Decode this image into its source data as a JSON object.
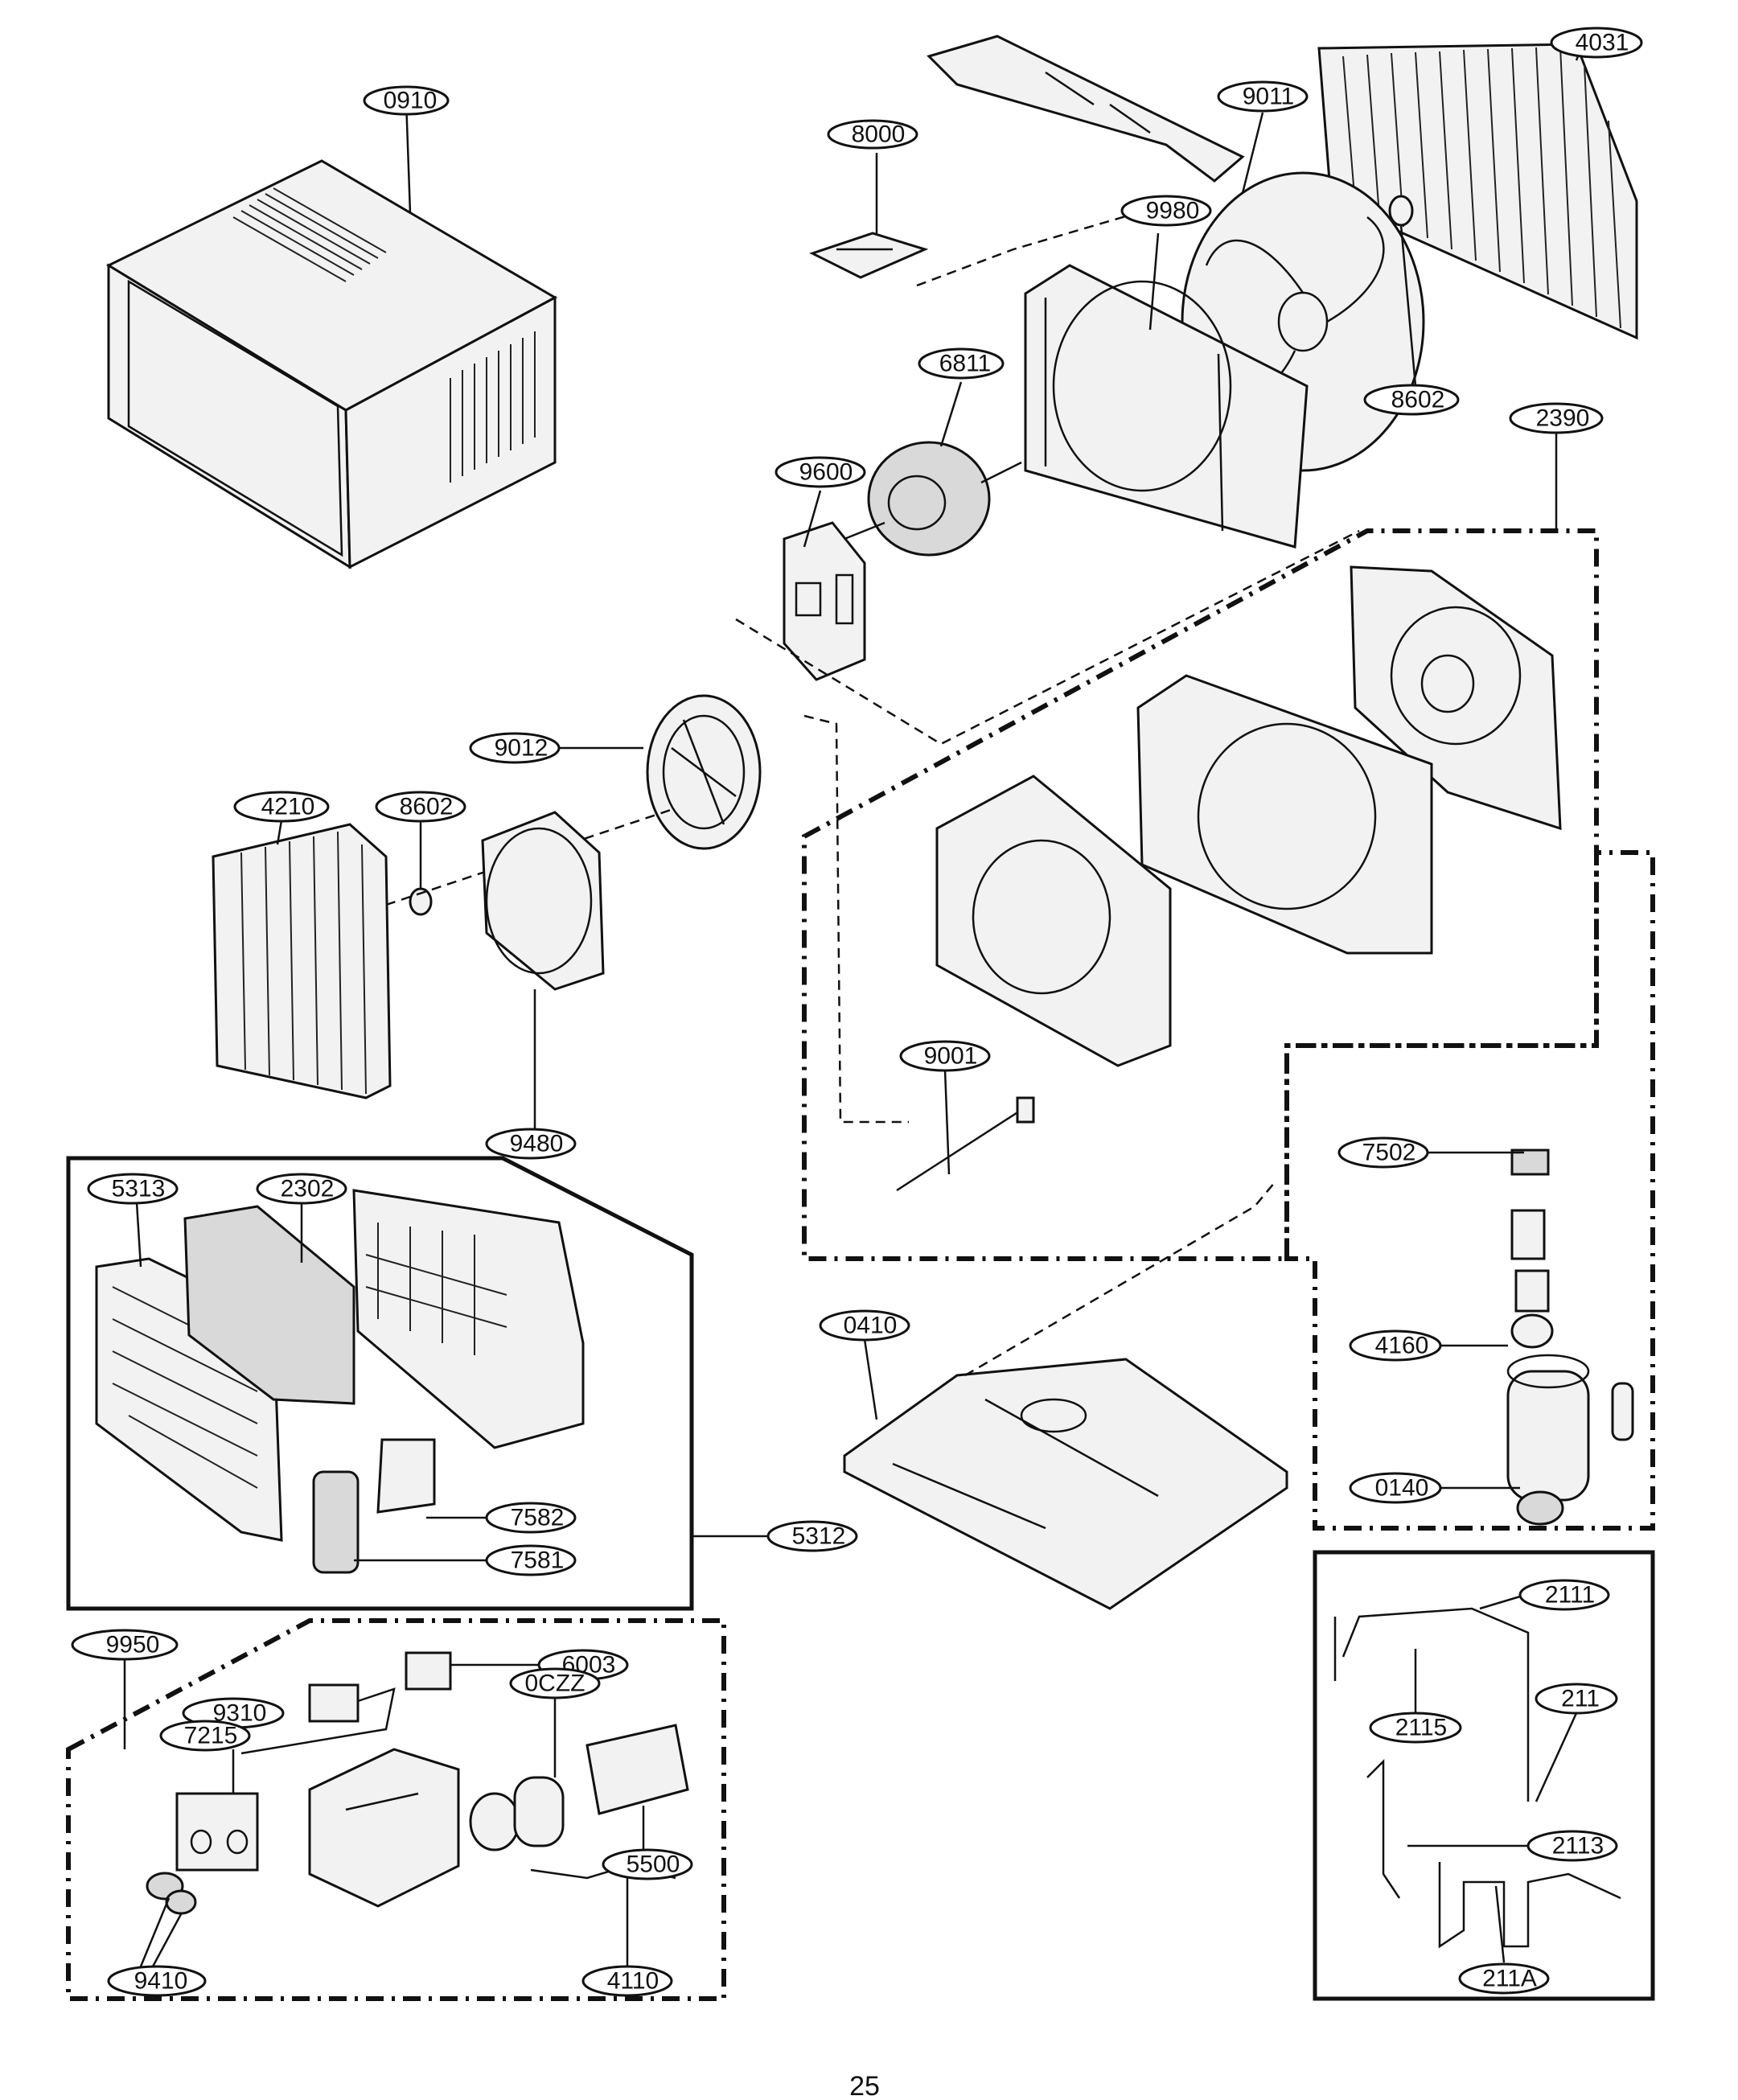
{
  "document": {
    "page_number": "25"
  },
  "callouts": {
    "c0910": "0910",
    "c8000": "8000",
    "c9011": "9011",
    "c4031": "4031",
    "c9980": "9980",
    "c6811": "6811",
    "c8602a": "8602",
    "c9600": "9600",
    "c2390": "2390",
    "c9012": "9012",
    "c4210": "4210",
    "c8602b": "8602",
    "c9480": "9480",
    "c9001": "9001",
    "c7502": "7502",
    "c5313": "5313",
    "c2302": "2302",
    "c0410": "0410",
    "c4160": "4160",
    "c0140": "0140",
    "c7582": "7582",
    "c7581": "7581",
    "c5312": "5312",
    "c9950": "9950",
    "c6003": "6003",
    "c9310": "9310",
    "c0CZZ": "0CZZ",
    "c7215": "7215",
    "c5500": "5500",
    "c9410": "9410",
    "c4110": "4110",
    "c2111": "2111",
    "c2115": "2115",
    "c211": "211",
    "c2113": "2113",
    "c211A": "211A"
  }
}
